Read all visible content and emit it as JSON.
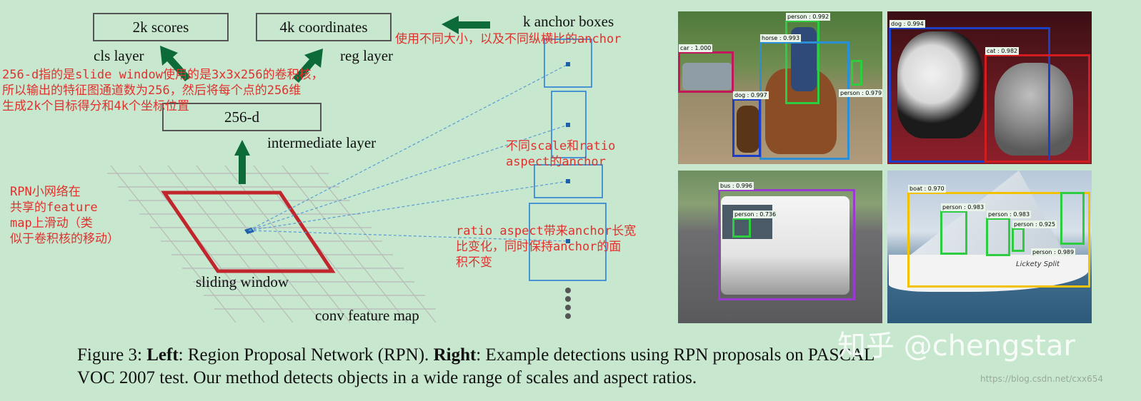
{
  "diagram": {
    "scores_box": "2k scores",
    "coords_box": "4k coordinates",
    "cls_label": "cls layer",
    "reg_label": "reg layer",
    "anchor_label": "k anchor boxes",
    "intermediate_box": "256-d",
    "intermediate_label": "intermediate layer",
    "sliding_label": "sliding window",
    "conv_label": "conv feature map"
  },
  "annotations": {
    "anchor_note": "使用不同大小，以及不同纵横比的anchor",
    "slide_note": "256-d指的是slide window使用的是3x3x256的卷积核，\n所以输出的特征图通道数为256，然后将每个点的256维\n生成2k个目标得分和4k个坐标位置",
    "rpn_note": "RPN小网络在\n共享的feature\nmap上滑动（类\n似于卷积核的移动）",
    "scale_note": "不同scale和ratio\naspect的anchor",
    "ratio_note": "ratio aspect带来anchor长宽\n比变化，同时保持anchor的面\n积不变"
  },
  "detections": {
    "photo1": [
      "car : 1.000",
      "person : 0.992",
      "horse : 0.993",
      "dog : 0.997",
      "person : 0.979"
    ],
    "photo2": [
      "dog : 0.994",
      "cat : 0.982"
    ],
    "photo3": [
      "bus : 0.996",
      "person : 0.736"
    ],
    "photo4": [
      "boat : 0.970",
      "person : 0.983",
      "person : 0.983",
      "person : 0.925",
      "person : 0.989"
    ],
    "boat_text": "Lickety Split"
  },
  "caption": {
    "fig": "Figure 3: ",
    "left_b": "Left",
    "left_t": ": Region Proposal Network (RPN). ",
    "right_b": "Right",
    "right_t": ": Example detections using RPN proposals on PASCAL",
    "line2": "VOC 2007 test. Our method detects objects in a wide range of scales and aspect ratios."
  },
  "watermark": {
    "main": "知乎 @chengstar",
    "url": "https://blog.csdn.net/cxx654"
  },
  "colors": {
    "arrow_green": "#0d6b3a",
    "window_red": "#c0262c",
    "anchor_blue": "#2a7fd4",
    "note_red": "#e0312c"
  }
}
